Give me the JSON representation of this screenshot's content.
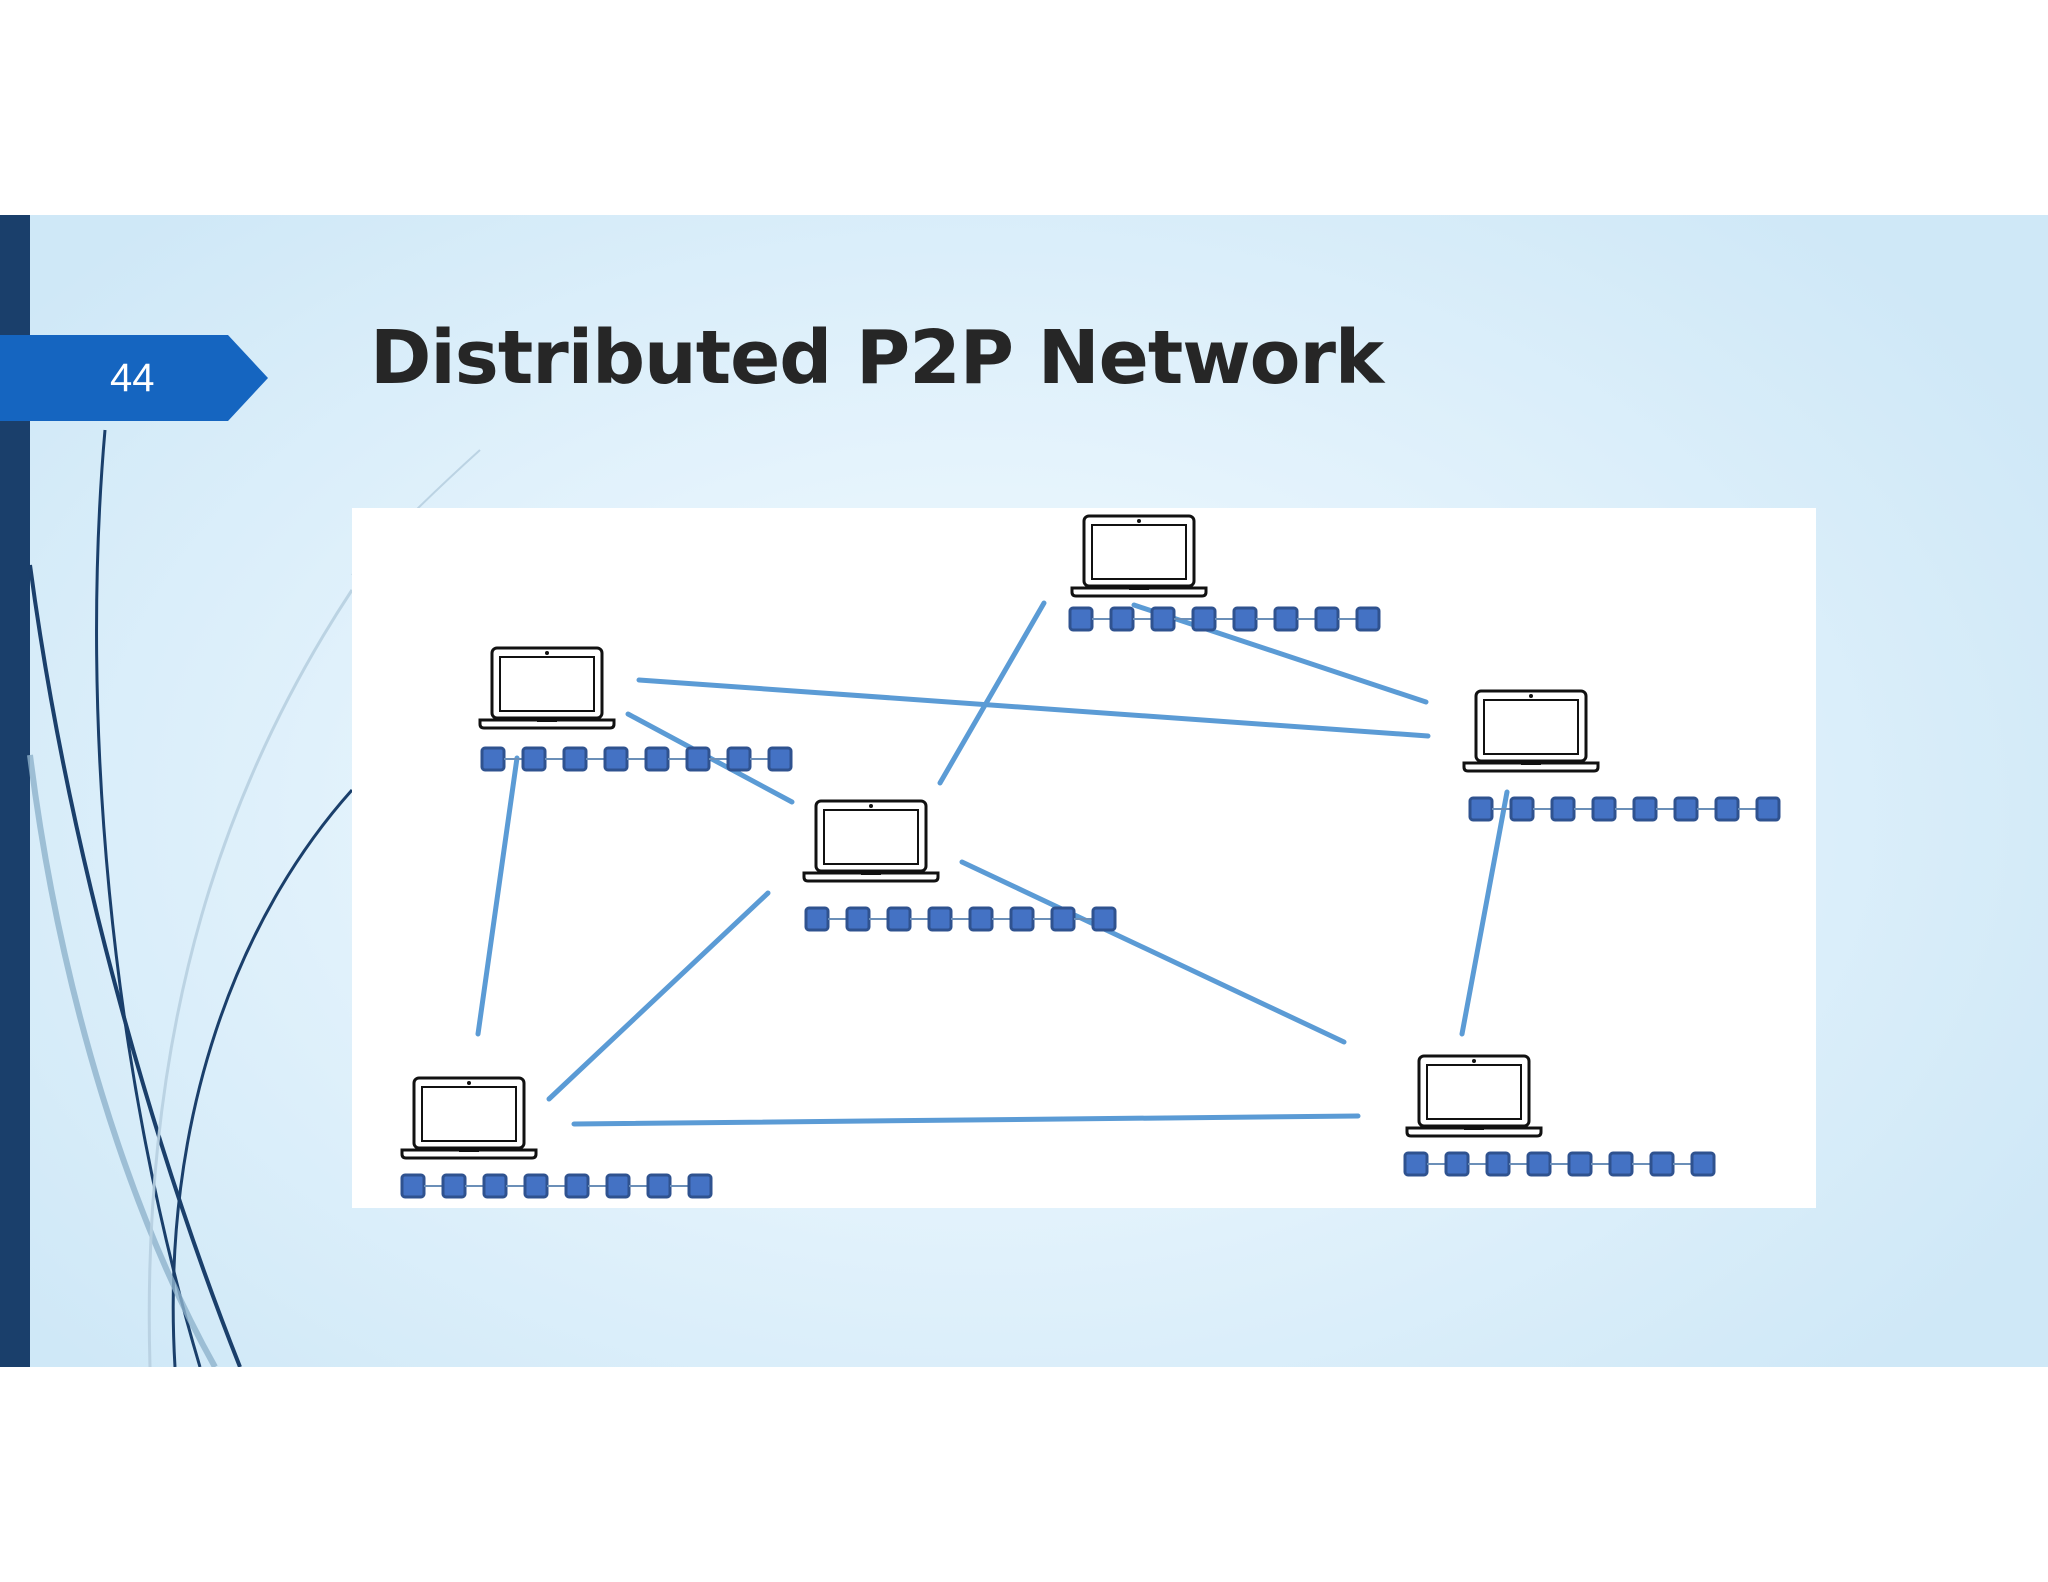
{
  "slide": {
    "number": "44",
    "title": "Distributed P2P Network"
  },
  "colors": {
    "left_bar": "#1a3f6b",
    "number_tab": "#1565c0",
    "connection_line": "#5b9bd5",
    "block_fill": "#4472c4",
    "block_stroke": "#2f528f",
    "laptop_outline": "#111111"
  },
  "diagram": {
    "nodes": [
      {
        "id": "top-center",
        "icon": "laptop-icon",
        "ledger_blocks": 8
      },
      {
        "id": "upper-left",
        "icon": "laptop-icon",
        "ledger_blocks": 8
      },
      {
        "id": "right",
        "icon": "laptop-icon",
        "ledger_blocks": 8
      },
      {
        "id": "center",
        "icon": "laptop-icon",
        "ledger_blocks": 8
      },
      {
        "id": "bottom-left",
        "icon": "laptop-icon",
        "ledger_blocks": 8
      },
      {
        "id": "bottom-right",
        "icon": "laptop-icon",
        "ledger_blocks": 8
      }
    ],
    "connections": [
      [
        "upper-left",
        "right"
      ],
      [
        "upper-left",
        "center"
      ],
      [
        "upper-left",
        "bottom-left"
      ],
      [
        "top-center",
        "center"
      ],
      [
        "top-center",
        "right"
      ],
      [
        "center",
        "bottom-left"
      ],
      [
        "center",
        "bottom-right"
      ],
      [
        "bottom-left",
        "bottom-right"
      ],
      [
        "right",
        "bottom-right"
      ]
    ]
  }
}
